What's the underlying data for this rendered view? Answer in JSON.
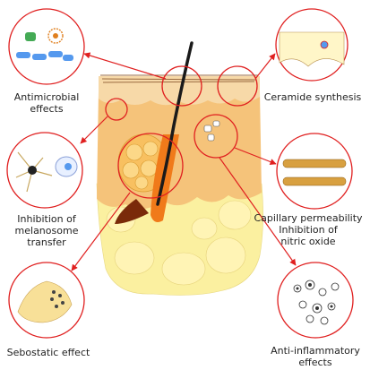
{
  "labels": {
    "antimicrobial_1": "Antimicrobial",
    "antimicrobial_2": "effects",
    "ceramide": "Ceramide synthesis",
    "inhibition_1": "Inhibition of",
    "inhibition_2": "melanosome",
    "inhibition_3": "transfer",
    "capillary": "Capillary permeability",
    "nitric_1": "Inhibition of",
    "nitric_2": "nitric oxide",
    "sebostatic": "Sebostatic effect",
    "antiinfl_1": "Anti-inflammatory",
    "antiinfl_2": "effects"
  },
  "colors": {
    "arrow": "#e02020",
    "skin": "#f7d9a8",
    "dermis": "#f5c37a",
    "fat": "#fbf0a0",
    "gland": "#f8c060",
    "hair": "#1a1a1a",
    "follicle": "#f07a1a"
  }
}
